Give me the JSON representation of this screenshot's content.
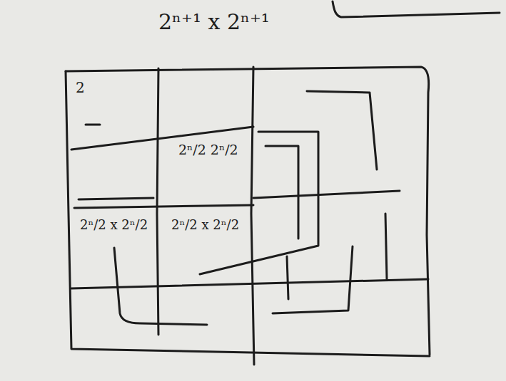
{
  "diagram": {
    "title": "2ⁿ⁺¹ x 2ⁿ⁺¹",
    "labels": [
      "2",
      "2ⁿ/2 2ⁿ/2",
      "2ⁿ/2 x 2ⁿ/2",
      "2ⁿ/2 x 2ⁿ/2"
    ]
  }
}
